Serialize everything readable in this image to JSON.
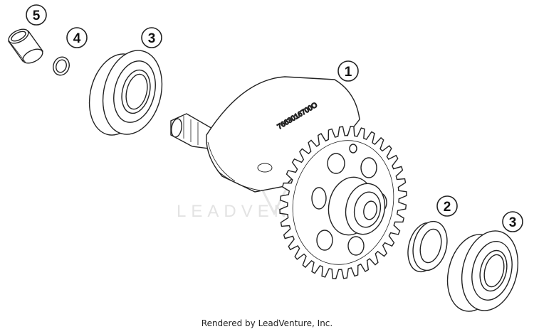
{
  "diagram": {
    "callouts": [
      {
        "id": "c5",
        "label": "5"
      },
      {
        "id": "c4",
        "label": "4"
      },
      {
        "id": "c3a",
        "label": "3"
      },
      {
        "id": "c1",
        "label": "1"
      },
      {
        "id": "c2",
        "label": "2"
      },
      {
        "id": "c3b",
        "label": "3"
      }
    ],
    "part_number_text": "7663016700O",
    "watermark_text": "LEADVENTURE",
    "footer_text": "Rendered by LeadVenture, Inc."
  },
  "colors": {
    "line": "#222222",
    "watermark": "#e3e3e3",
    "background": "#ffffff"
  }
}
